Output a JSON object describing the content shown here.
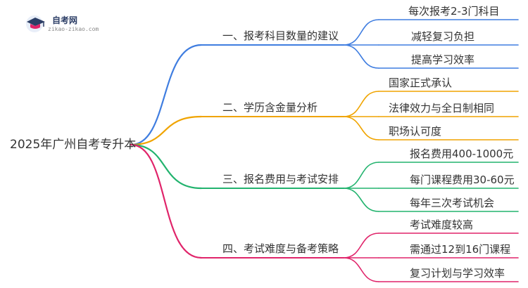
{
  "logo": {
    "title": "自考网",
    "url": "zikao-zikao.com",
    "icon": "graduation-cap-icon"
  },
  "root": {
    "label": "2025年广州自考专升本"
  },
  "branches": [
    {
      "label": "一、报考科目数量的建议",
      "color": "#3f7de0",
      "leaves": [
        "每次报考2-3门科目",
        "减轻复习负担",
        "提高学习效率"
      ]
    },
    {
      "label": "二、学历含金量分析",
      "color": "#f0a400",
      "leaves": [
        "国家正式承认",
        "法律效力与全日制相同",
        "职场认可度"
      ]
    },
    {
      "label": "三、报名费用与考试安排",
      "color": "#22b36e",
      "leaves": [
        "报名费用400-1000元",
        "每门课程费用30-60元",
        "每年三次考试机会"
      ]
    },
    {
      "label": "四、考试难度与备考策略",
      "color": "#e0246a",
      "leaves": [
        "考试难度较高",
        "需通过12到16门课程",
        "复习计划与学习效率"
      ]
    }
  ]
}
